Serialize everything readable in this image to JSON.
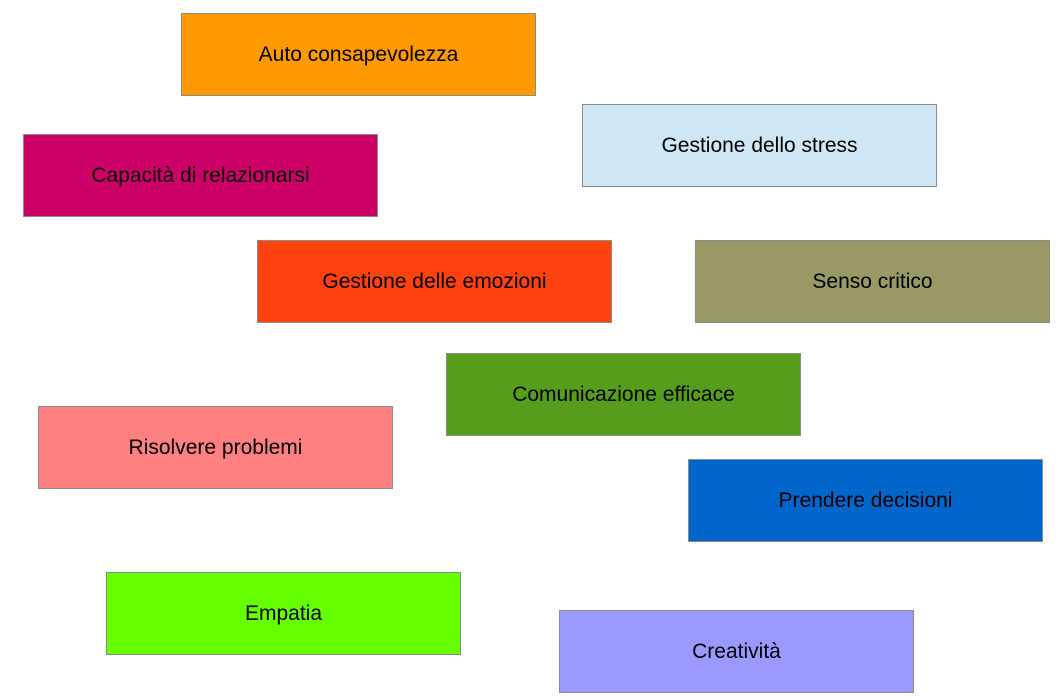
{
  "skills": [
    {
      "id": "b-auto",
      "label": "Auto consapevolezza",
      "color": "#FF9900"
    },
    {
      "id": "b-stress",
      "label": "Gestione dello stress",
      "color": "#CFE7F5"
    },
    {
      "id": "b-relaz",
      "label": "Capacità di relazionarsi",
      "color": "#CC0066"
    },
    {
      "id": "b-emozioni",
      "label": "Gestione delle emozioni",
      "color": "#FF420E"
    },
    {
      "id": "b-critico",
      "label": "Senso critico",
      "color": "#999966"
    },
    {
      "id": "b-comunic",
      "label": "Comunicazione efficace",
      "color": "#579D1C"
    },
    {
      "id": "b-problemi",
      "label": "Risolvere problemi",
      "color": "#FF8080"
    },
    {
      "id": "b-decisioni",
      "label": "Prendere decisioni",
      "color": "#0066CC"
    },
    {
      "id": "b-empatia",
      "label": "Empatia",
      "color": "#66FF00"
    },
    {
      "id": "b-creativita",
      "label": "Creatività",
      "color": "#9999FF"
    }
  ]
}
